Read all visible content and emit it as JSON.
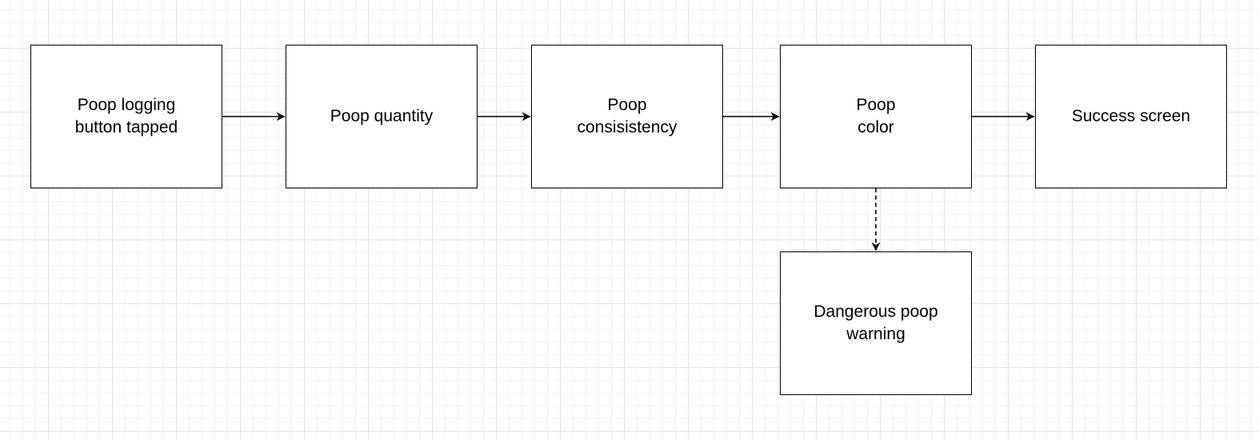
{
  "diagram": {
    "nodes": [
      {
        "id": "n1",
        "label": "Poop logging\nbutton tapped"
      },
      {
        "id": "n2",
        "label": "Poop quantity"
      },
      {
        "id": "n3",
        "label": "Poop\nconsisistency"
      },
      {
        "id": "n4",
        "label": "Poop\ncolor"
      },
      {
        "id": "n5",
        "label": "Success screen"
      },
      {
        "id": "n6",
        "label": "Dangerous poop\nwarning"
      }
    ],
    "edges": [
      {
        "from": "n1",
        "to": "n2",
        "style": "solid"
      },
      {
        "from": "n2",
        "to": "n3",
        "style": "solid"
      },
      {
        "from": "n3",
        "to": "n4",
        "style": "solid"
      },
      {
        "from": "n4",
        "to": "n5",
        "style": "solid"
      },
      {
        "from": "n4",
        "to": "n6",
        "style": "dashed"
      }
    ],
    "colors": {
      "stroke": "#000000",
      "fill": "#ffffff",
      "grid_major": "#e2e2e2",
      "grid_minor": "#f1f1f1"
    }
  }
}
